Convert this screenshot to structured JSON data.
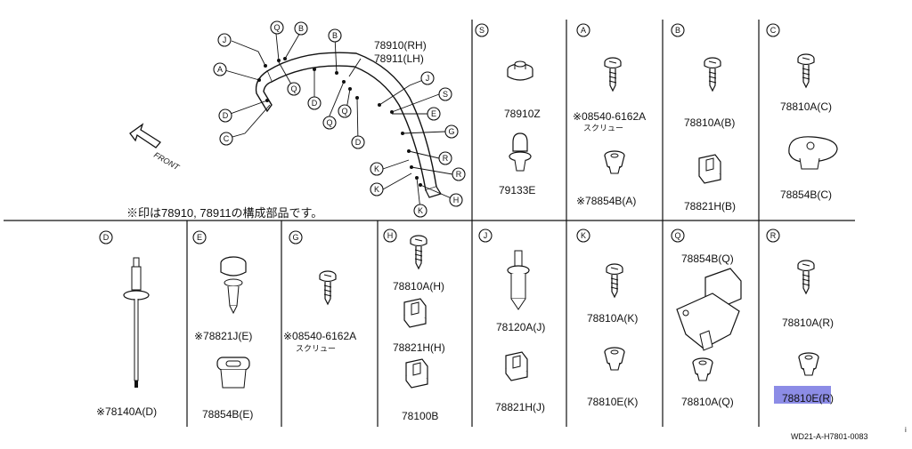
{
  "main_diagram": {
    "part_rh": "78910(RH)",
    "part_lh": "78911(LH)",
    "front_label": "FRONT",
    "note": "※印は78910, 78911の構成部品です。",
    "callouts": [
      "J",
      "Q",
      "B",
      "B",
      "A",
      "Q",
      "D",
      "D",
      "Q",
      "Q",
      "D",
      "C",
      "J",
      "S",
      "E",
      "G",
      "R",
      "R",
      "K",
      "K",
      "K",
      "H"
    ]
  },
  "cells": [
    {
      "letter": "S",
      "parts": [
        "78910Z",
        "79133E"
      ]
    },
    {
      "letter": "A",
      "parts": [
        "※08540-6162A",
        "スクリュー",
        "※78854B(A)"
      ]
    },
    {
      "letter": "B",
      "parts": [
        "78810A(B)",
        "78821H(B)"
      ]
    },
    {
      "letter": "C",
      "parts": [
        "78810A(C)",
        "78854B(C)"
      ]
    },
    {
      "letter": "D",
      "parts": [
        "※78140A(D)"
      ]
    },
    {
      "letter": "E",
      "parts": [
        "※78821J(E)",
        "78854B(E)"
      ]
    },
    {
      "letter": "G",
      "parts": [
        "※08540-6162A",
        "スクリュー"
      ]
    },
    {
      "letter": "H",
      "parts": [
        "78810A(H)",
        "78821H(H)",
        "78100B"
      ]
    },
    {
      "letter": "J",
      "parts": [
        "78120A(J)",
        "78821H(J)"
      ]
    },
    {
      "letter": "K",
      "parts": [
        "78810A(K)",
        "78810E(K)"
      ]
    },
    {
      "letter": "Q",
      "parts": [
        "78854B(Q)",
        "78810A(Q)"
      ]
    },
    {
      "letter": "R",
      "parts": [
        "78810A(R)",
        "78810E(R)"
      ]
    }
  ],
  "highlight_color": "#8c8ce6",
  "footer_code": "WD21-A-H7801-0083",
  "edge_mark": "i"
}
